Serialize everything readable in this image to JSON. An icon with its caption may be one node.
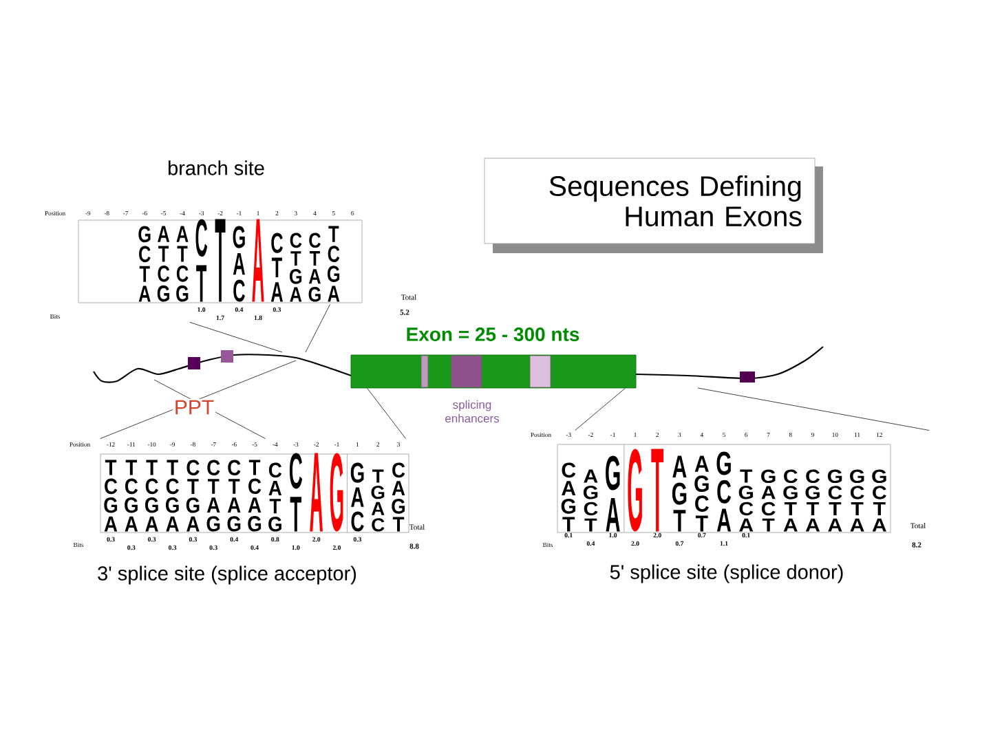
{
  "diagram": {
    "nodes": [
      {
        "text": [
          "Sequences Defining Human Exons"
        ]
      },
      {
        "text": [
          "branch site"
        ]
      },
      {
        "text": [
          "3' splice site (splice acceptor)"
        ]
      },
      {
        "text": [
          "5' splice site (splice donor)"
        ]
      },
      {
        "text": [
          "Exon = 25 - 300 nts"
        ]
      }
    ],
    "edges": [
      {
        "from": 1,
        "to": null,
        "arrow": "none"
      },
      {
        "from": 1,
        "to": null,
        "arrow": "none"
      },
      {
        "from": 2,
        "to": null,
        "arrow": "none"
      },
      {
        "from": 2,
        "to": null,
        "arrow": "none"
      },
      {
        "from": 4,
        "to": 2,
        "arrow": "none"
      },
      {
        "from": 4,
        "to": 3,
        "arrow": "none"
      },
      {
        "from": 3,
        "to": null,
        "arrow": "none"
      }
    ],
    "labels": [
      "Position",
      "-9",
      "-8",
      "-7",
      "-6",
      "-5",
      "-4",
      "-3",
      "-2",
      "-1",
      "1",
      "2",
      "3",
      "4",
      "5",
      "6",
      "G C T A",
      "A T C G",
      "A T C G",
      "C T",
      "T",
      "G A C",
      "A",
      "C T A",
      "C T G A",
      "C T A G",
      "T C G A",
      "Bits",
      "1.0",
      "1.7",
      "0.4",
      "1.8",
      "0.3",
      "Total",
      "5.2",
      "PPT",
      "splicing enhancers",
      "Position",
      "-12",
      "-11",
      "-10",
      "-9",
      "-8",
      "-7",
      "-6",
      "-5",
      "-4",
      "-3",
      "-2",
      "-1",
      "1",
      "2",
      "3",
      "T C G A",
      "T C G A",
      "T C G A",
      "T C G A",
      "C T G A",
      "C T A G",
      "C T A G",
      "T C A G",
      "C A T G",
      "C T",
      "A",
      "G",
      "G A C",
      "T G A C",
      "C A G T",
      "Bits",
      "0.3",
      "0.3",
      "0.3",
      "0.3",
      "0.3",
      "0.3",
      "0.4",
      "0.4",
      "0.8",
      "1.0",
      "2.0",
      "2.0",
      "0.3",
      "Total",
      "8.8",
      "Position",
      "-3",
      "-2",
      "-1",
      "1",
      "2",
      "3",
      "4",
      "5",
      "6",
      "7",
      "8",
      "9",
      "10",
      "11",
      "12",
      "C A G T",
      "A G C T",
      "G A",
      "G",
      "T",
      "A G T",
      "A G C T",
      "G C A",
      "T G C A",
      "G A C T",
      "C G T A",
      "C G T A",
      "G C T A",
      "G C T A",
      "G C T A",
      "Bits",
      "0.1",
      "0.4",
      "1.0",
      "2.0",
      "2.0",
      "0.7",
      "0.7",
      "1.1",
      "0.1",
      "Total",
      "8.2"
    ]
  }
}
